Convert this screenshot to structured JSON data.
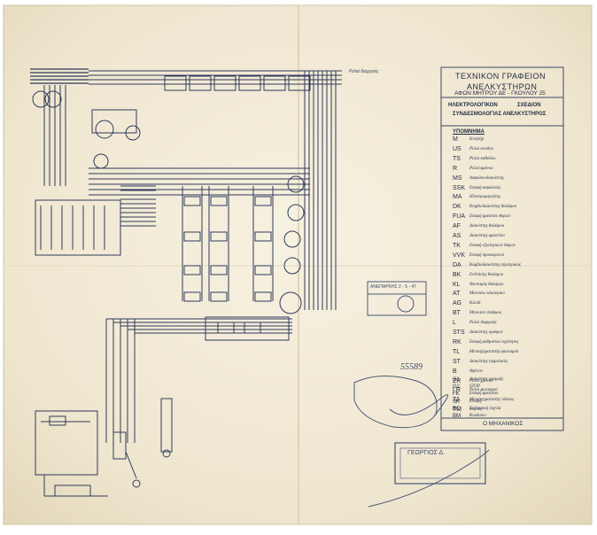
{
  "title_block": {
    "line1": "ΤΕΧΝΙΚΟΝ ΓΡΑΦΕΙΟΝ",
    "line2": "ΑΝΕΛΚΥΣΤΗΡΩΝ",
    "address": "ΑΦΩΝ ΜΗΤΡΟΥ ΔΕ - ΓΚΟΥΛΟΥ 25",
    "subtitle_left": "ΗΛΕΚΤΡΟΛΟΓΙΚΟΝ",
    "subtitle_right": "ΣΧΕΔΙΟΝ",
    "subtitle_line2": "ΣΥΝΔΕΣΜΟΛΟΓΙΑΣ ΑΝΕΛΚΥΣΤΗΡΟΣ",
    "legend_heading": "ΥΠΟΜΝΗΜΑ",
    "footer": "Ο ΜΗΧΑΝΙΚΟΣ"
  },
  "legend": [
    {
      "code": "M",
      "desc": "Κινητήρ"
    },
    {
      "code": "US",
      "desc": "Ρελαί ανόδου"
    },
    {
      "code": "TS",
      "desc": "Ρελαί καθόδου"
    },
    {
      "code": "R",
      "desc": "Ρελαί φρένου"
    },
    {
      "code": "MS",
      "desc": "Ασφαλειοδιακόπτης"
    },
    {
      "code": "SSK",
      "desc": "Επαφή ασφαλείας"
    },
    {
      "code": "MA",
      "desc": "Ηλεκτρομαγνήτης"
    },
    {
      "code": "DK",
      "desc": "Κομβιοδιακόπτης θαλάμου"
    },
    {
      "code": "FUA",
      "desc": "Επαφή φρεατίου θυρών"
    },
    {
      "code": "AF",
      "desc": "Διακόπτης θαλάμου"
    },
    {
      "code": "AS",
      "desc": "Διακόπτης φρεατίου"
    },
    {
      "code": "TK",
      "desc": "Επαφή εξωτερικών θυρών"
    },
    {
      "code": "VVK",
      "desc": "Επαφή προσωρινού"
    },
    {
      "code": "DA",
      "desc": "Κομβιοδιακόπτης εξωτερικός"
    },
    {
      "code": "BK",
      "desc": "Ενδείκτης θαλάμου"
    },
    {
      "code": "KL",
      "desc": "Φωτισμός θαλάμου"
    },
    {
      "code": "AT",
      "desc": "Μανταλο εσωτερικό"
    },
    {
      "code": "AG",
      "desc": "Κλειδί"
    },
    {
      "code": "BT",
      "desc": "Μπουτόν σταθμού"
    },
    {
      "code": "L",
      "desc": "Ρελαί διαρροής"
    },
    {
      "code": "STS",
      "desc": "Διακόπτης ορόφων"
    },
    {
      "code": "RK",
      "desc": "Επαφή ρυθμιστού ταχύτητος"
    },
    {
      "code": "TL",
      "desc": "Μετασχηματιστής φωτισμού"
    },
    {
      "code": "ST",
      "desc": "Διακόπτης τερματικός"
    },
    {
      "code": "B",
      "desc": "Φρένον"
    },
    {
      "code": "ZR",
      "desc": "Ρελαί χρόνου"
    },
    {
      "code": "LR",
      "desc": "Ρελαί φωτισμού"
    },
    {
      "code": "TA",
      "desc": "Μετασχηματιστής τάσεως"
    },
    {
      "code": "TM",
      "desc": "πομπός"
    }
  ],
  "legend_extra": [
    {
      "code": "G1",
      "desc": "Διακόπτης γραμμής"
    },
    {
      "code": "G2",
      "desc": "STOP"
    },
    {
      "code": "FK",
      "desc": "Επαφή φρεατίου"
    },
    {
      "code": "SK",
      "desc": "Επαφή"
    },
    {
      "code": "BC",
      "desc": "Ενδεικτική λυχνία"
    },
    {
      "code": "BM",
      "desc": "Κουδούνι"
    }
  ],
  "diagram_labels": {
    "top_right_note": "Ρελαί διαρροής",
    "stamp_small": "ΑΝΕΠΑΡΚΗΣ 2 - 5 - 47",
    "stamp_number": "55589",
    "stamp_bottom": "ΓΕΩΡΓΙΟΣ Δ."
  },
  "colors": {
    "paper": "#f3ecd8",
    "ink": "#2e3a5c",
    "stamp": "#4a5878"
  }
}
